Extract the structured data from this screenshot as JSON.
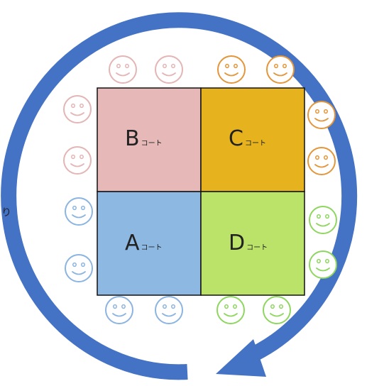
{
  "edge_text": "り",
  "rotation_arrow": {
    "color": "#4472C4",
    "direction": "clockwise"
  },
  "courts": [
    {
      "id": "B",
      "letter": "B",
      "suffix": "コート",
      "color": "#E6B9B8"
    },
    {
      "id": "C",
      "letter": "C",
      "suffix": "コート",
      "color": "#E6B21E"
    },
    {
      "id": "A",
      "letter": "A",
      "suffix": "コート",
      "color": "#8DB8E2"
    },
    {
      "id": "D",
      "letter": "D",
      "suffix": "コート",
      "color": "#BBE36A"
    }
  ],
  "faces": {
    "pink_stroke": "#E3B5B5",
    "orange_stroke": "#E3963A",
    "blue_stroke": "#8CB4E0",
    "green_stroke": "#8FD660",
    "fill": "#FFFFFF"
  }
}
